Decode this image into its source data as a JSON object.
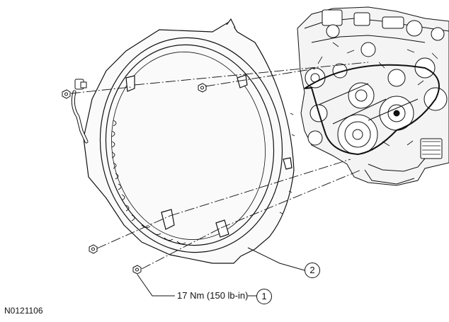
{
  "figure": {
    "id_code": "N0121106",
    "torque_spec": "17 Nm (150 lb-in)",
    "callouts": [
      {
        "number": "1",
        "part": "bolt"
      },
      {
        "number": "2",
        "part": "fan shroud ring"
      }
    ]
  },
  "colors": {
    "line": "#111111",
    "background": "#ffffff",
    "engine_shade": "#2a2a2a"
  }
}
